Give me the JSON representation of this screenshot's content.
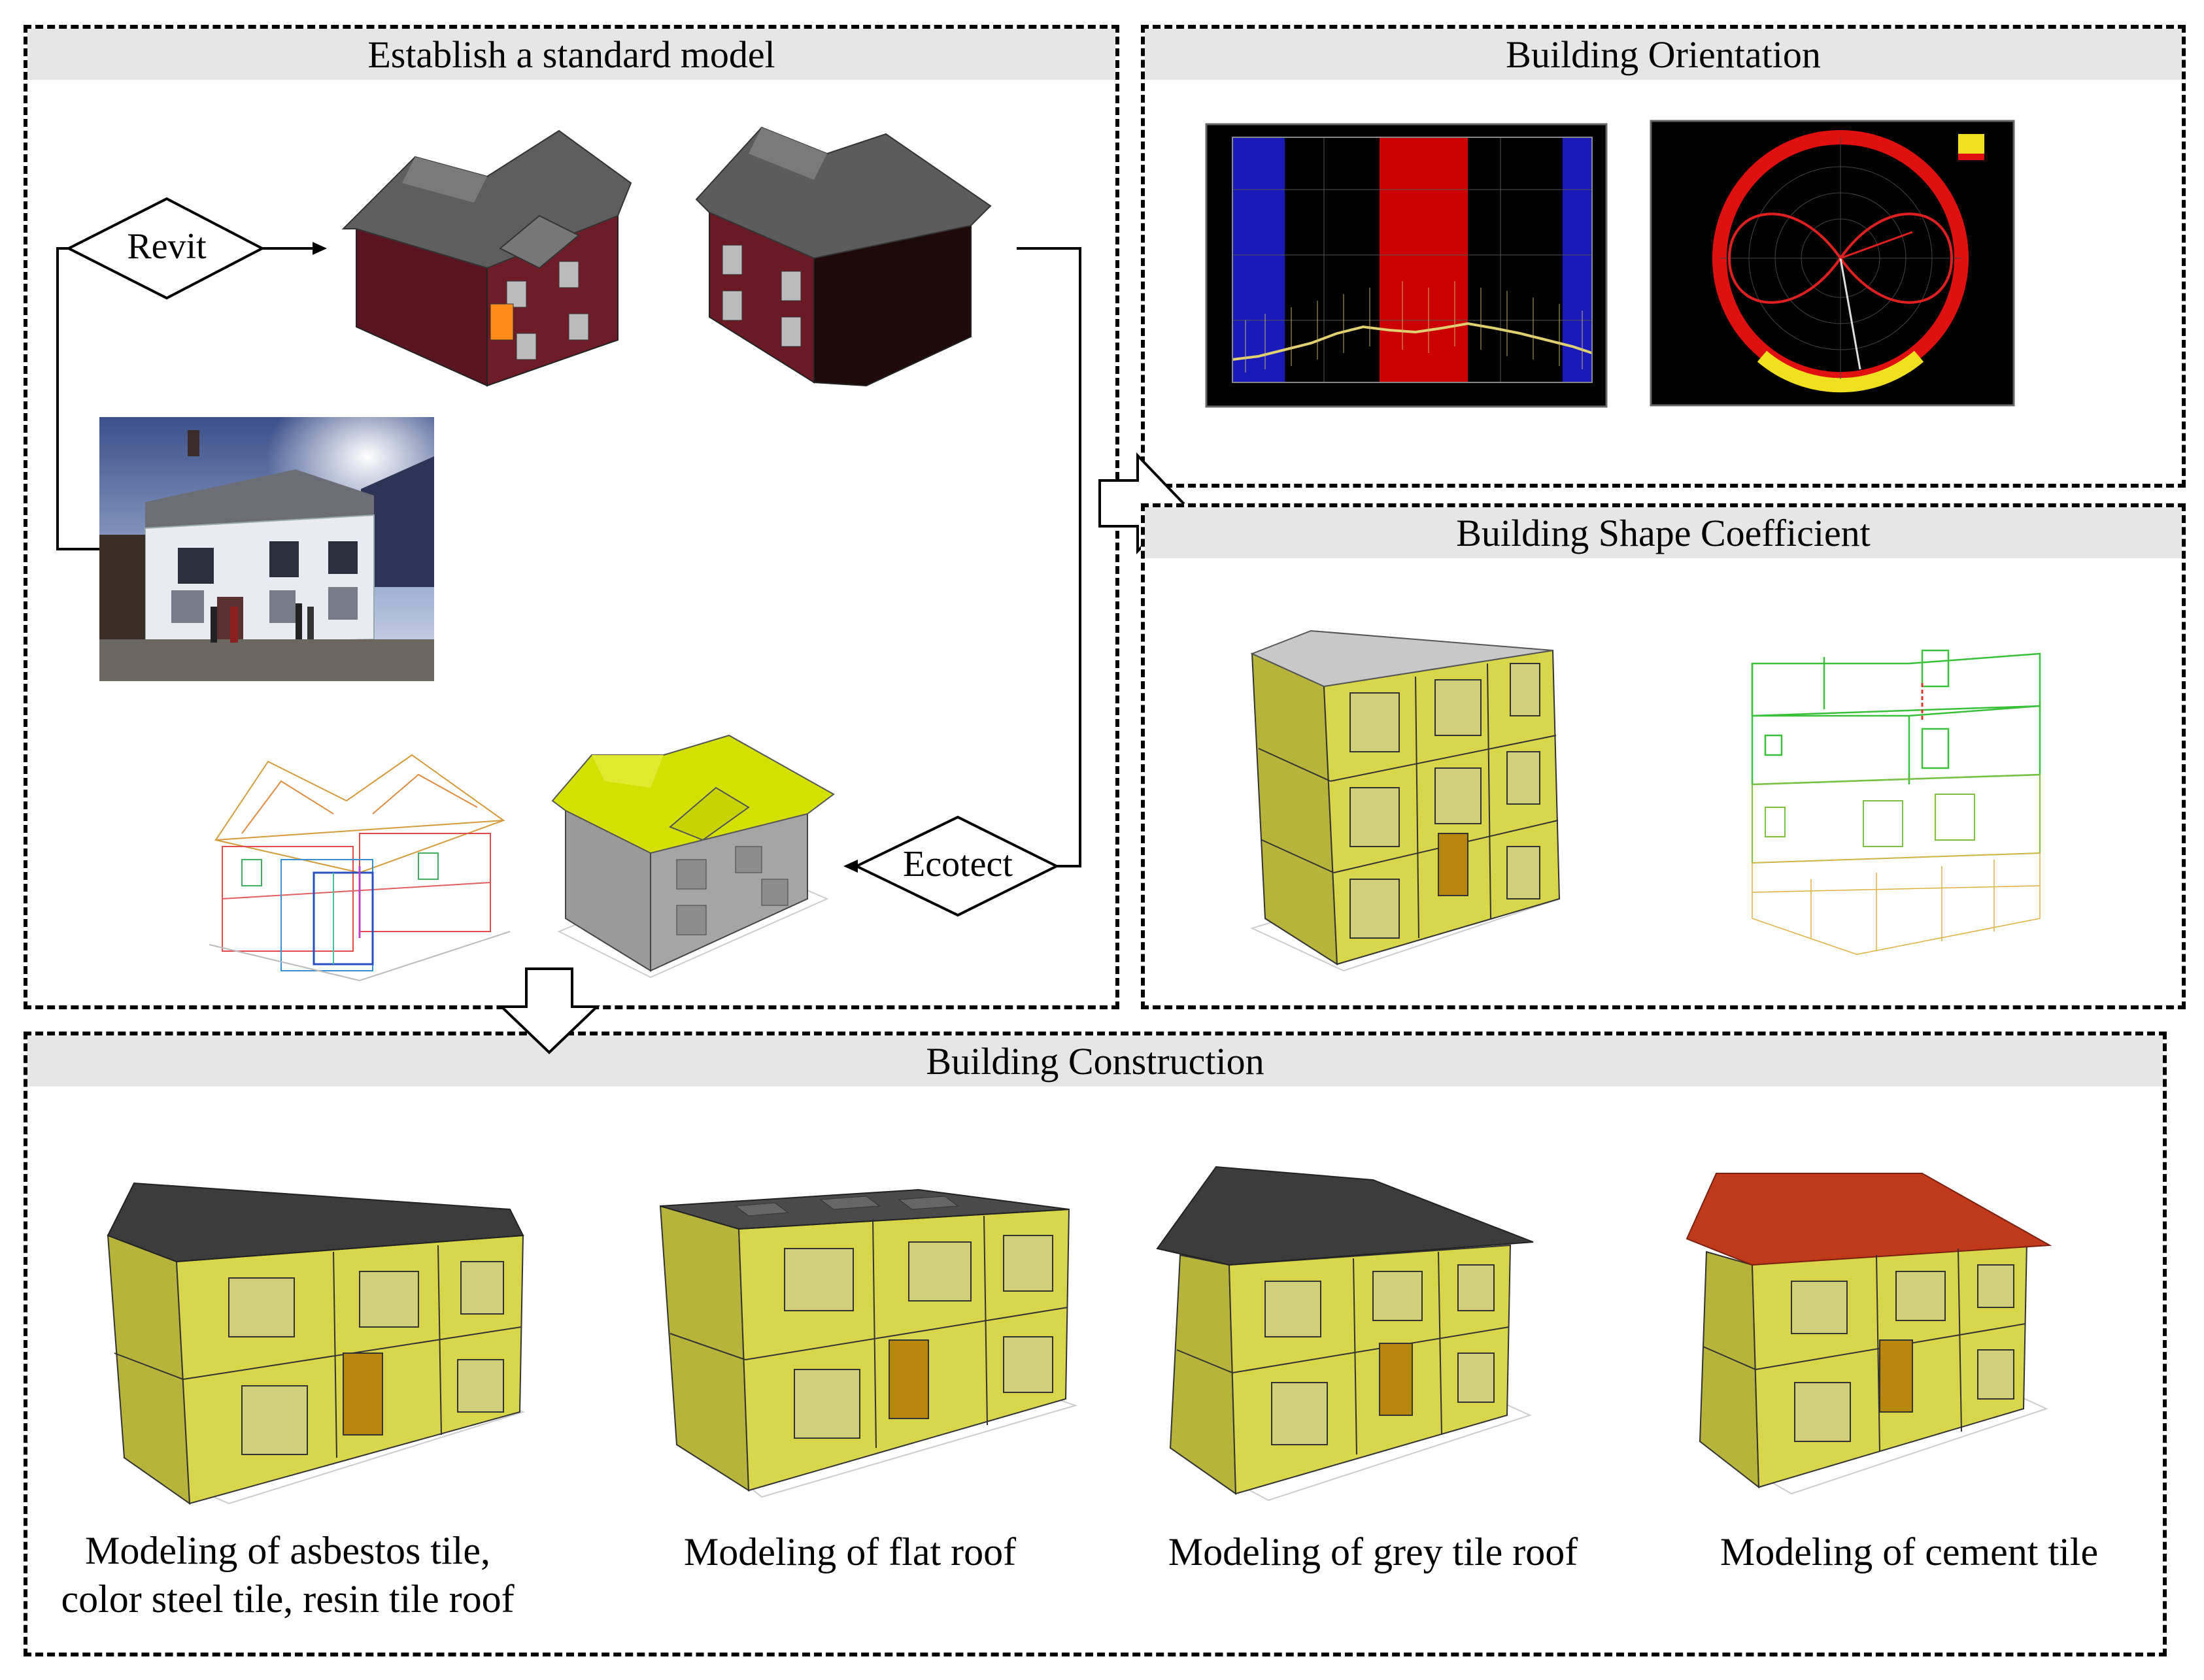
{
  "panels": {
    "standard_model": {
      "title": "Establish a standard model"
    },
    "orientation": {
      "title": "Building Orientation"
    },
    "shape": {
      "title": "Building Shape Coefficient"
    },
    "construction": {
      "title": "Building Construction"
    }
  },
  "flow": {
    "revit_label": "Revit",
    "ecotect_label": "Ecotect"
  },
  "captions": {
    "asbestos_line1": "Modeling of asbestos tile,",
    "asbestos_line2": "color steel tile, resin tile roof",
    "flat_roof": "Modeling of flat roof",
    "grey_tile": "Modeling of grey tile roof",
    "cement_tile": "Modeling of cement tile"
  },
  "colors": {
    "wall_yellow": "#d8d64a",
    "wall_yellow_dark": "#b6b43a",
    "window_fill": "#d2cf7a",
    "door_brown": "#b8860b",
    "roof_dark": "#3c3c3c",
    "roof_grey": "#6e6e6e",
    "roof_red": "#c0391b",
    "roof_lime": "#d4e000",
    "maroon": "#6a1a24",
    "chart_blue": "#1a1ab8",
    "chart_red": "#cc0000"
  }
}
